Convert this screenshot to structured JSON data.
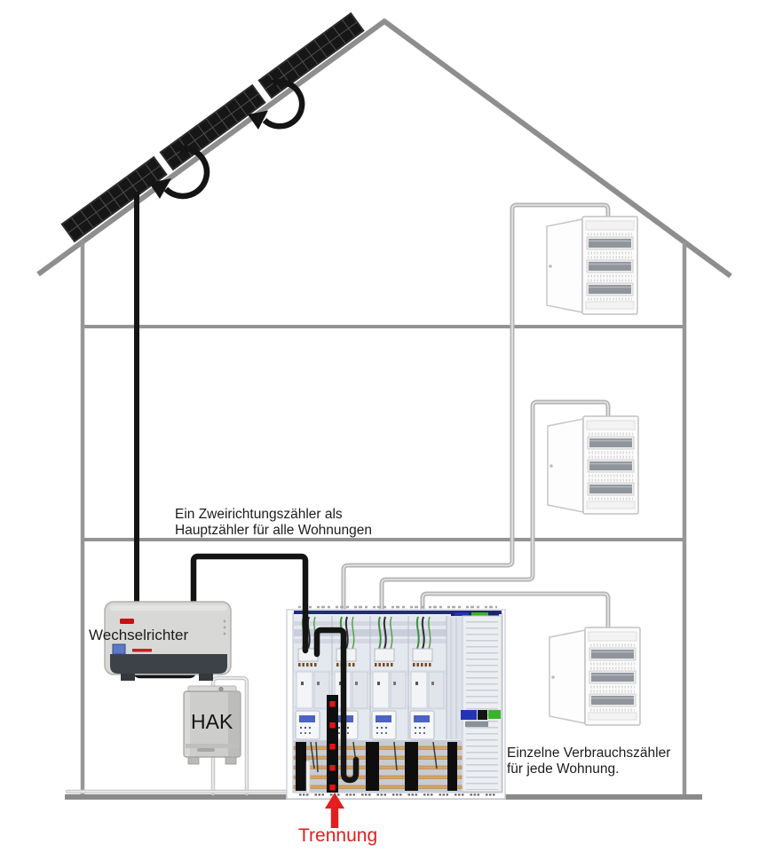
{
  "diagram": {
    "labels": {
      "main_meter_line1": "Ein Zweirichtungszähler als",
      "main_meter_line2": "Hauptzähler für alle Wohnungen",
      "inverter": "Wechselrichter",
      "hak": "HAK",
      "consumption_line1": "Einzelne Verbrauchszähler",
      "consumption_line2": "für jede Wohnung.",
      "separation": "Trennung"
    },
    "colors": {
      "house_outline": "#8e8e8e",
      "pv_panel": "#161616",
      "cable_black": "#141414",
      "cable_gray": "#b4b4b4",
      "supply_cable": "#cfcfcf",
      "separation_red": "#e31e1e",
      "cabinet_navy": "#232a7a",
      "busbar_orange": "#d8a35a",
      "block_green": "#3ab32a",
      "block_blue": "#2433b5",
      "meter_display_blue": "#4c63c2",
      "inverter_body": "#d8d8d6",
      "inverter_dark": "#3d4248",
      "hak_body": "#cdcdcb"
    }
  }
}
